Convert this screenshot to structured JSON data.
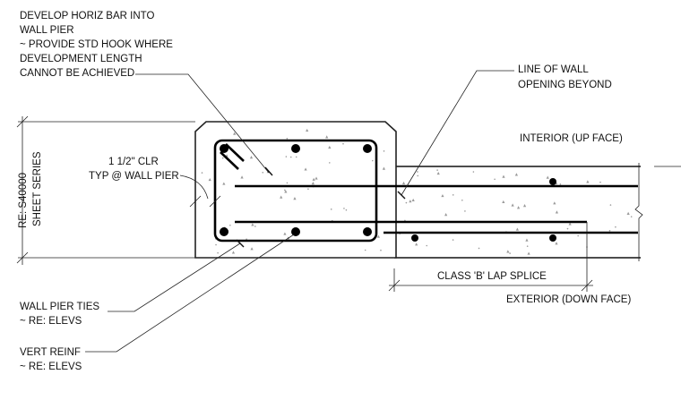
{
  "labels": {
    "develop_horiz": [
      "DEVELOP HORIZ BAR INTO",
      "WALL PIER",
      "~ PROVIDE STD HOOK WHERE",
      "DEVELOPMENT LENGTH",
      "CANNOT BE ACHIEVED"
    ],
    "line_of_wall": [
      "LINE OF WALL",
      "OPENING BEYOND"
    ],
    "interior": "INTERIOR (UP FACE)",
    "clear_cover": [
      "1 1/2\" CLR",
      "TYP @ WALL PIER"
    ],
    "sheet_ref": [
      "RE: S40000",
      "SHEET SERIES"
    ],
    "lap_splice": "CLASS 'B' LAP SPLICE",
    "exterior": "EXTERIOR (DOWN FACE)",
    "pier_ties": [
      "WALL PIER TIES",
      "~ RE: ELEVS"
    ],
    "vert_reinf": [
      "VERT REINF",
      "~ RE: ELEVS"
    ]
  }
}
